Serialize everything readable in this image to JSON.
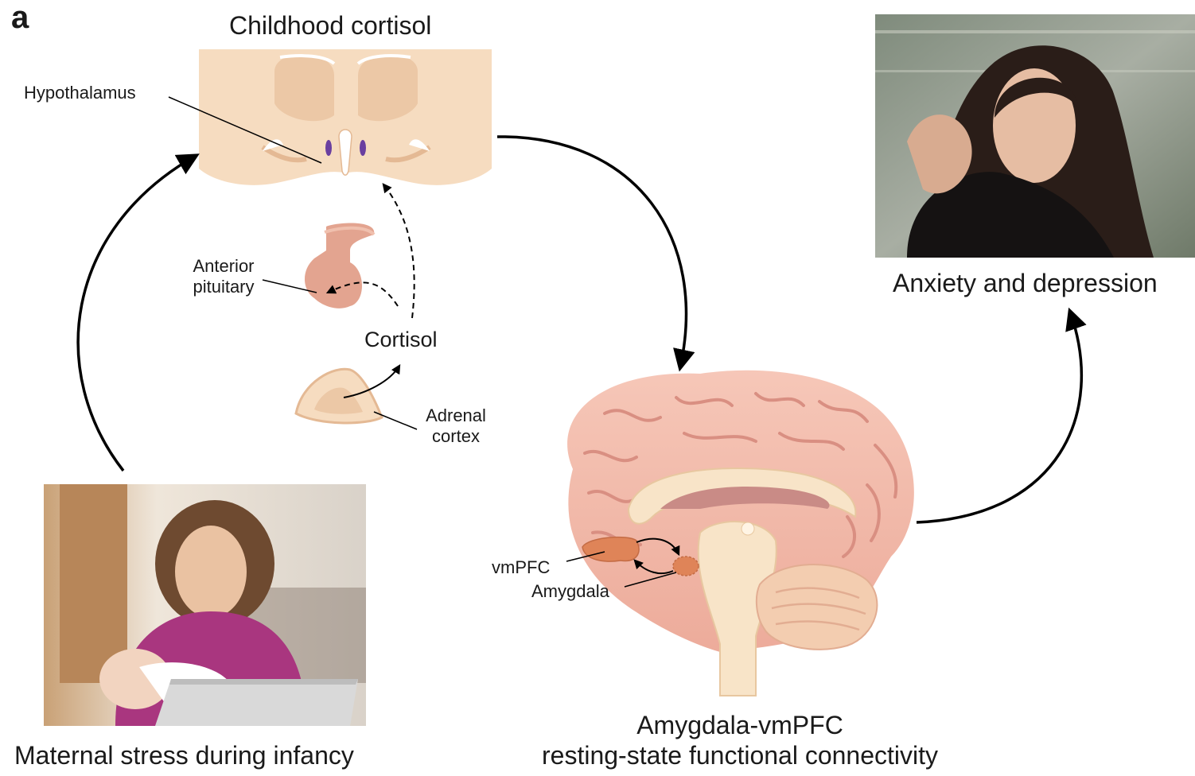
{
  "panel_label": "a",
  "titles": {
    "childhood_cortisol": "Childhood cortisol",
    "anxiety_depression": "Anxiety and depression",
    "maternal_stress": "Maternal stress during infancy",
    "connectivity_line1": "Amygdala-vmPFC",
    "connectivity_line2": "resting-state functional connectivity"
  },
  "labels": {
    "hypothalamus": "Hypothalamus",
    "anterior_line1": "Anterior",
    "anterior_line2": "pituitary",
    "cortisol": "Cortisol",
    "adrenal_line1": "Adrenal",
    "adrenal_line2": "cortex",
    "vmpfc": "vmPFC",
    "amygdala": "Amygdala"
  },
  "colors": {
    "tissue_light": "#f6dcc0",
    "tissue_mid": "#ecc8a6",
    "brain_pink": "#f1b9a8",
    "brain_fold": "#d98f82",
    "pituitary": "#e3a490",
    "vmpfc_orange": "#df8458",
    "arrow": "#000000",
    "nucleus_purple": "#6a3fa0"
  }
}
